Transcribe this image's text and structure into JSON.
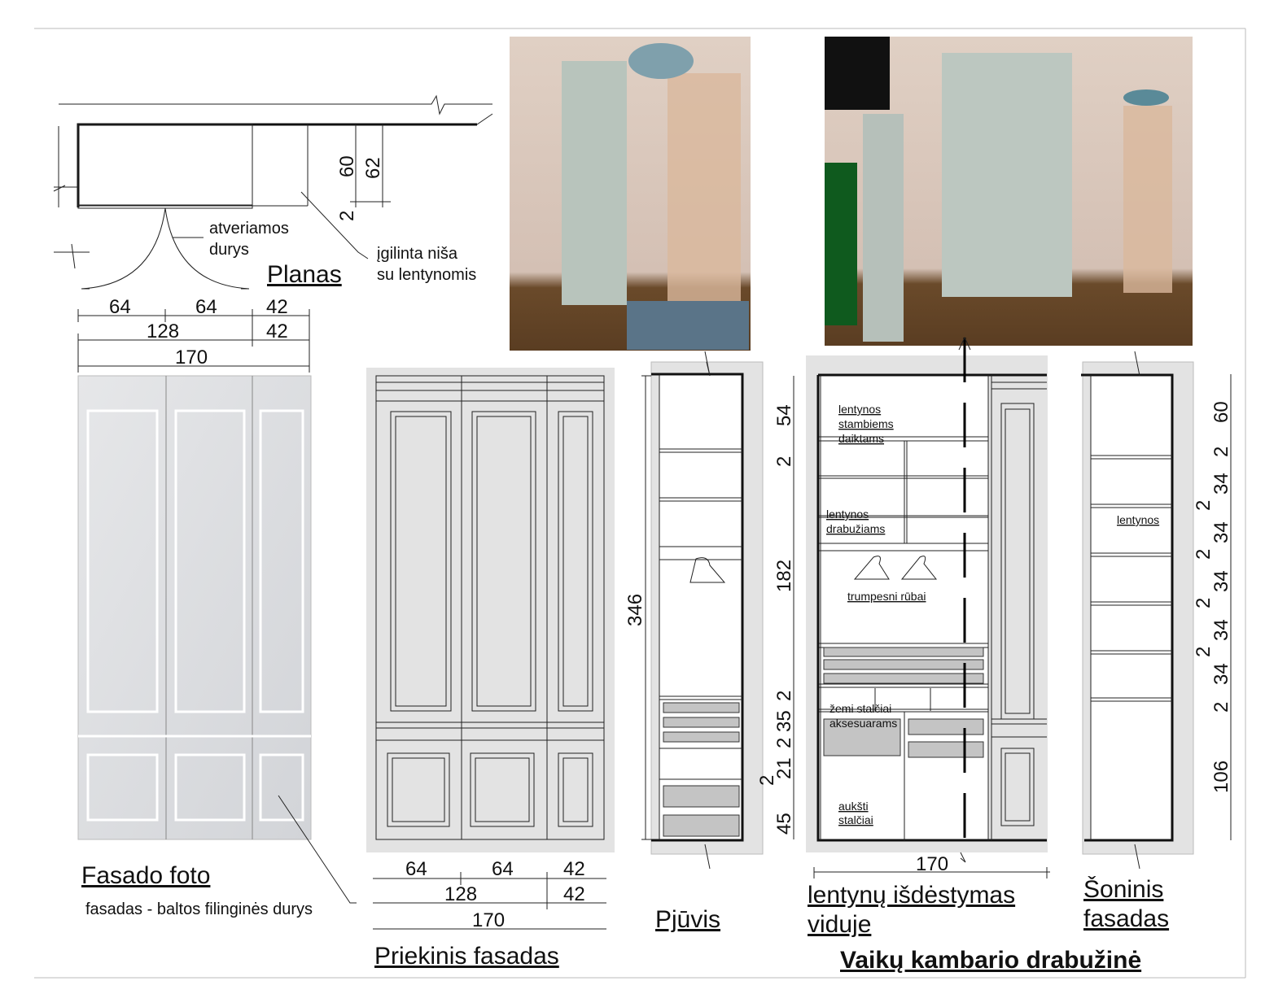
{
  "plan": {
    "title": "Planas",
    "door_label_1": "atveriamos",
    "door_label_2": "durys",
    "niche_label_1": "įgilinta niša",
    "niche_label_2": "su lentynomis",
    "dims_top": [
      "64",
      "64",
      "42"
    ],
    "dims_mid": [
      "128",
      "42"
    ],
    "dims_total": "170",
    "dims_vertical": [
      "60",
      "62",
      "2"
    ]
  },
  "photo_facade": {
    "title": "Fasado foto",
    "caption": "fasadas - baltos filinginės durys"
  },
  "front": {
    "title": "Priekinis fasadas",
    "dims_top": [
      "64",
      "64",
      "42"
    ],
    "dims_mid": [
      "128",
      "42"
    ],
    "dims_total": "170"
  },
  "section": {
    "title": "Pjūvis",
    "height": "346"
  },
  "interior": {
    "title_1": "lentynų išdėstymas",
    "title_2": "viduje",
    "width": "170",
    "dims": [
      "54",
      "2",
      "182",
      "2",
      "35",
      "2",
      "21",
      "2",
      "45"
    ],
    "labels": {
      "big": [
        "lentynos",
        "stambiems",
        "daiktams"
      ],
      "clothes": [
        "lentynos",
        "drabužiams"
      ],
      "short": "trumpesni rūbai",
      "low": [
        "žemi stalčiai",
        "aksesuarams"
      ],
      "high": [
        "aukšti",
        "stalčiai"
      ]
    }
  },
  "side": {
    "title_1": "Šoninis",
    "title_2": "fasadas",
    "label": "lentynos",
    "dims": [
      "60",
      "2",
      "34",
      "2",
      "34",
      "2",
      "34",
      "2",
      "34",
      "2",
      "34",
      "2",
      "106"
    ]
  },
  "sheet_title": "Vaikų kambario drabužinė"
}
